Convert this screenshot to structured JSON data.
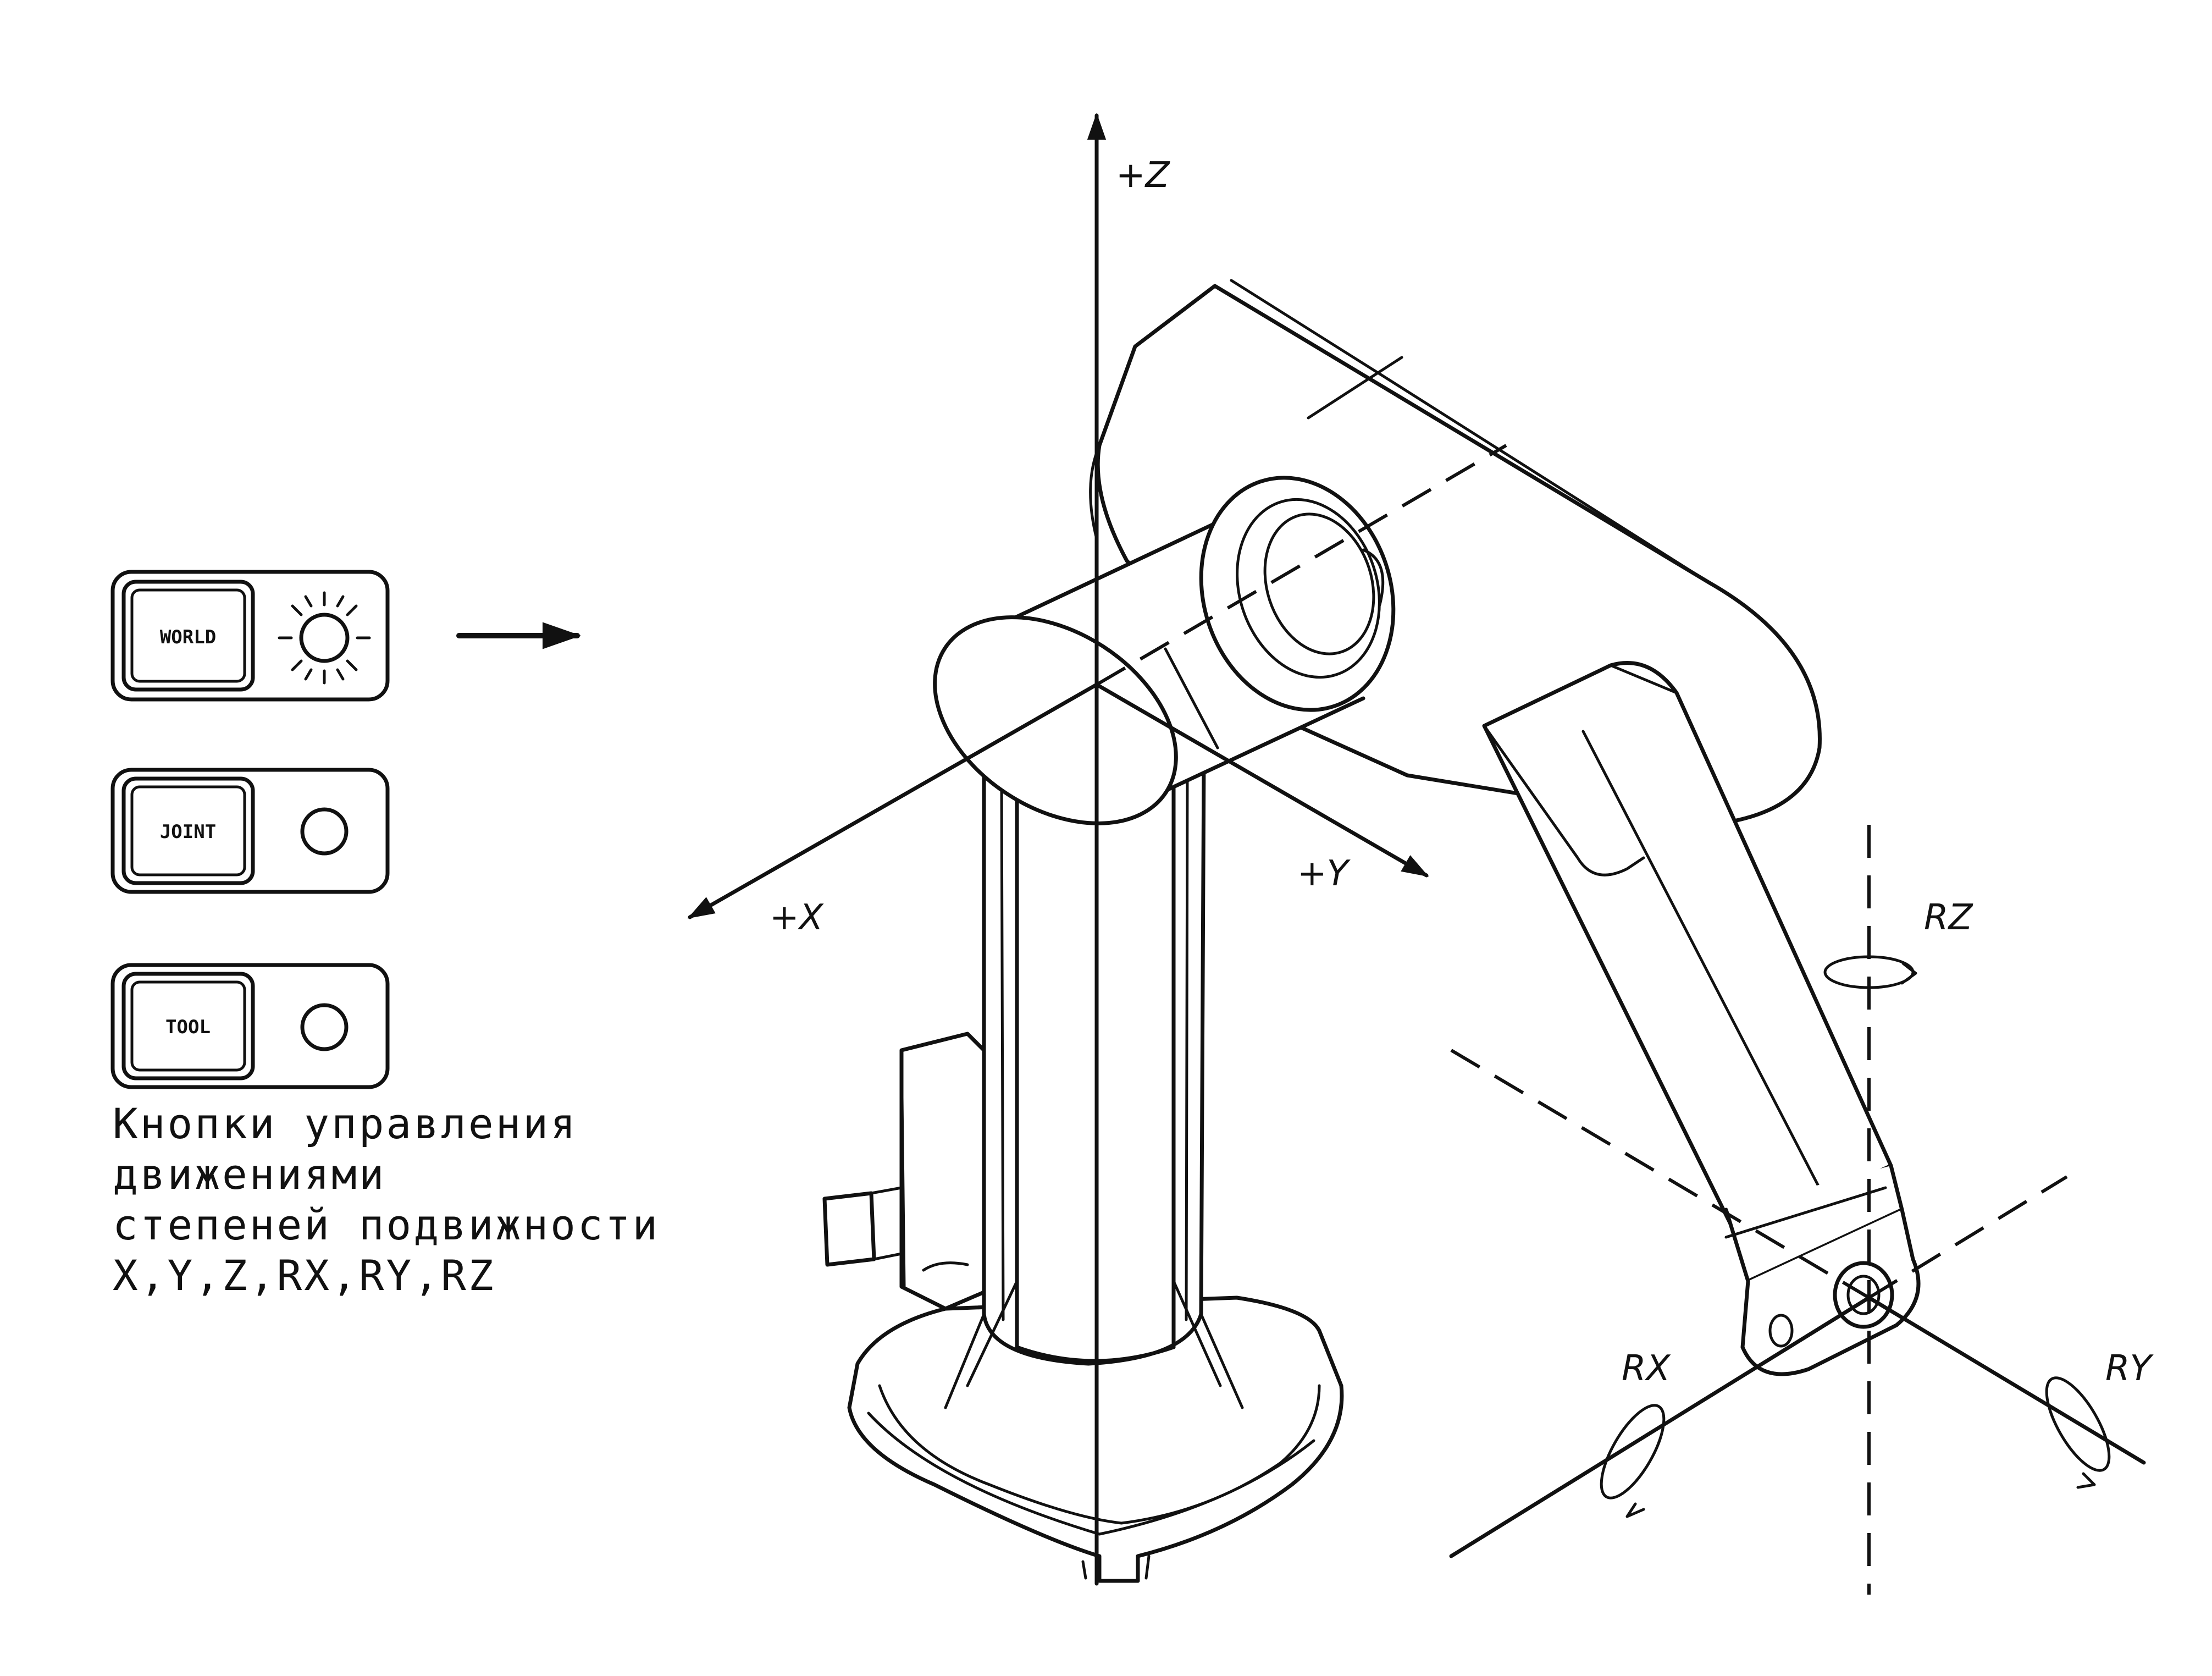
{
  "buttons": [
    {
      "label": "WORLD",
      "indicator": "sun-icon"
    },
    {
      "label": "JOINT",
      "indicator": "circle-icon"
    },
    {
      "label": "TOOL",
      "indicator": "circle-icon"
    }
  ],
  "caption": {
    "line1": "Кнопки управления",
    "line2": "движениями",
    "line3": "степеней подвижности",
    "line4": "X,Y,Z,RX,RY,RZ"
  },
  "axes": {
    "z": "+Z",
    "x": "+X",
    "y": "+Y",
    "rz": "RZ",
    "rx": "RX",
    "ry": "RY"
  },
  "colors": {
    "ink": "#111111",
    "paper": "#ffffff"
  }
}
